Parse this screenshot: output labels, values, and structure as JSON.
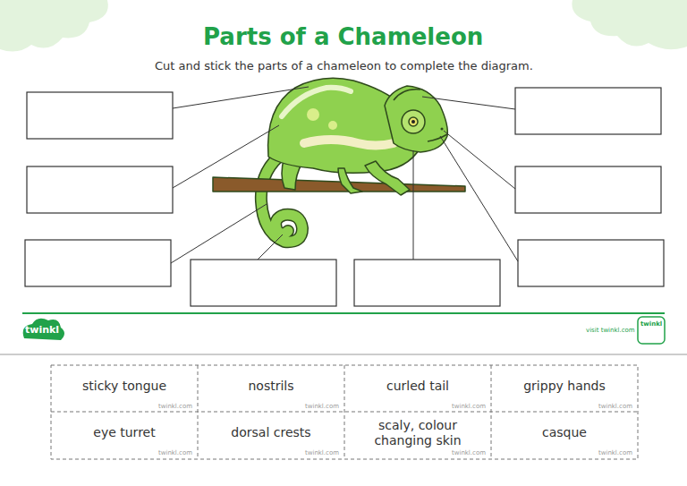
{
  "diagram": {
    "title": "Parts of a Chameleon",
    "caption": "Cut and stick the parts of a chameleon to complete the diagram.",
    "nodes": [
      {
        "text": [
          "sticky tongue",
          "twinkl.com"
        ]
      },
      {
        "text": [
          "nostrils",
          "twinkl.com"
        ]
      },
      {
        "text": [
          "curled tail",
          "twinkl.com"
        ]
      },
      {
        "text": [
          "grippy hands",
          "twinkl.com"
        ]
      },
      {
        "text": [
          "eye turret",
          "twinkl.com"
        ]
      },
      {
        "text": [
          "dorsal crests",
          "twinkl.com"
        ]
      },
      {
        "text": [
          "scaly, colour changing skin",
          "twinkl.com"
        ]
      },
      {
        "text": [
          "casque",
          "twinkl.com"
        ]
      }
    ],
    "labels": [
      "twinkl",
      "visit twinkl.com",
      "twinkl"
    ]
  }
}
